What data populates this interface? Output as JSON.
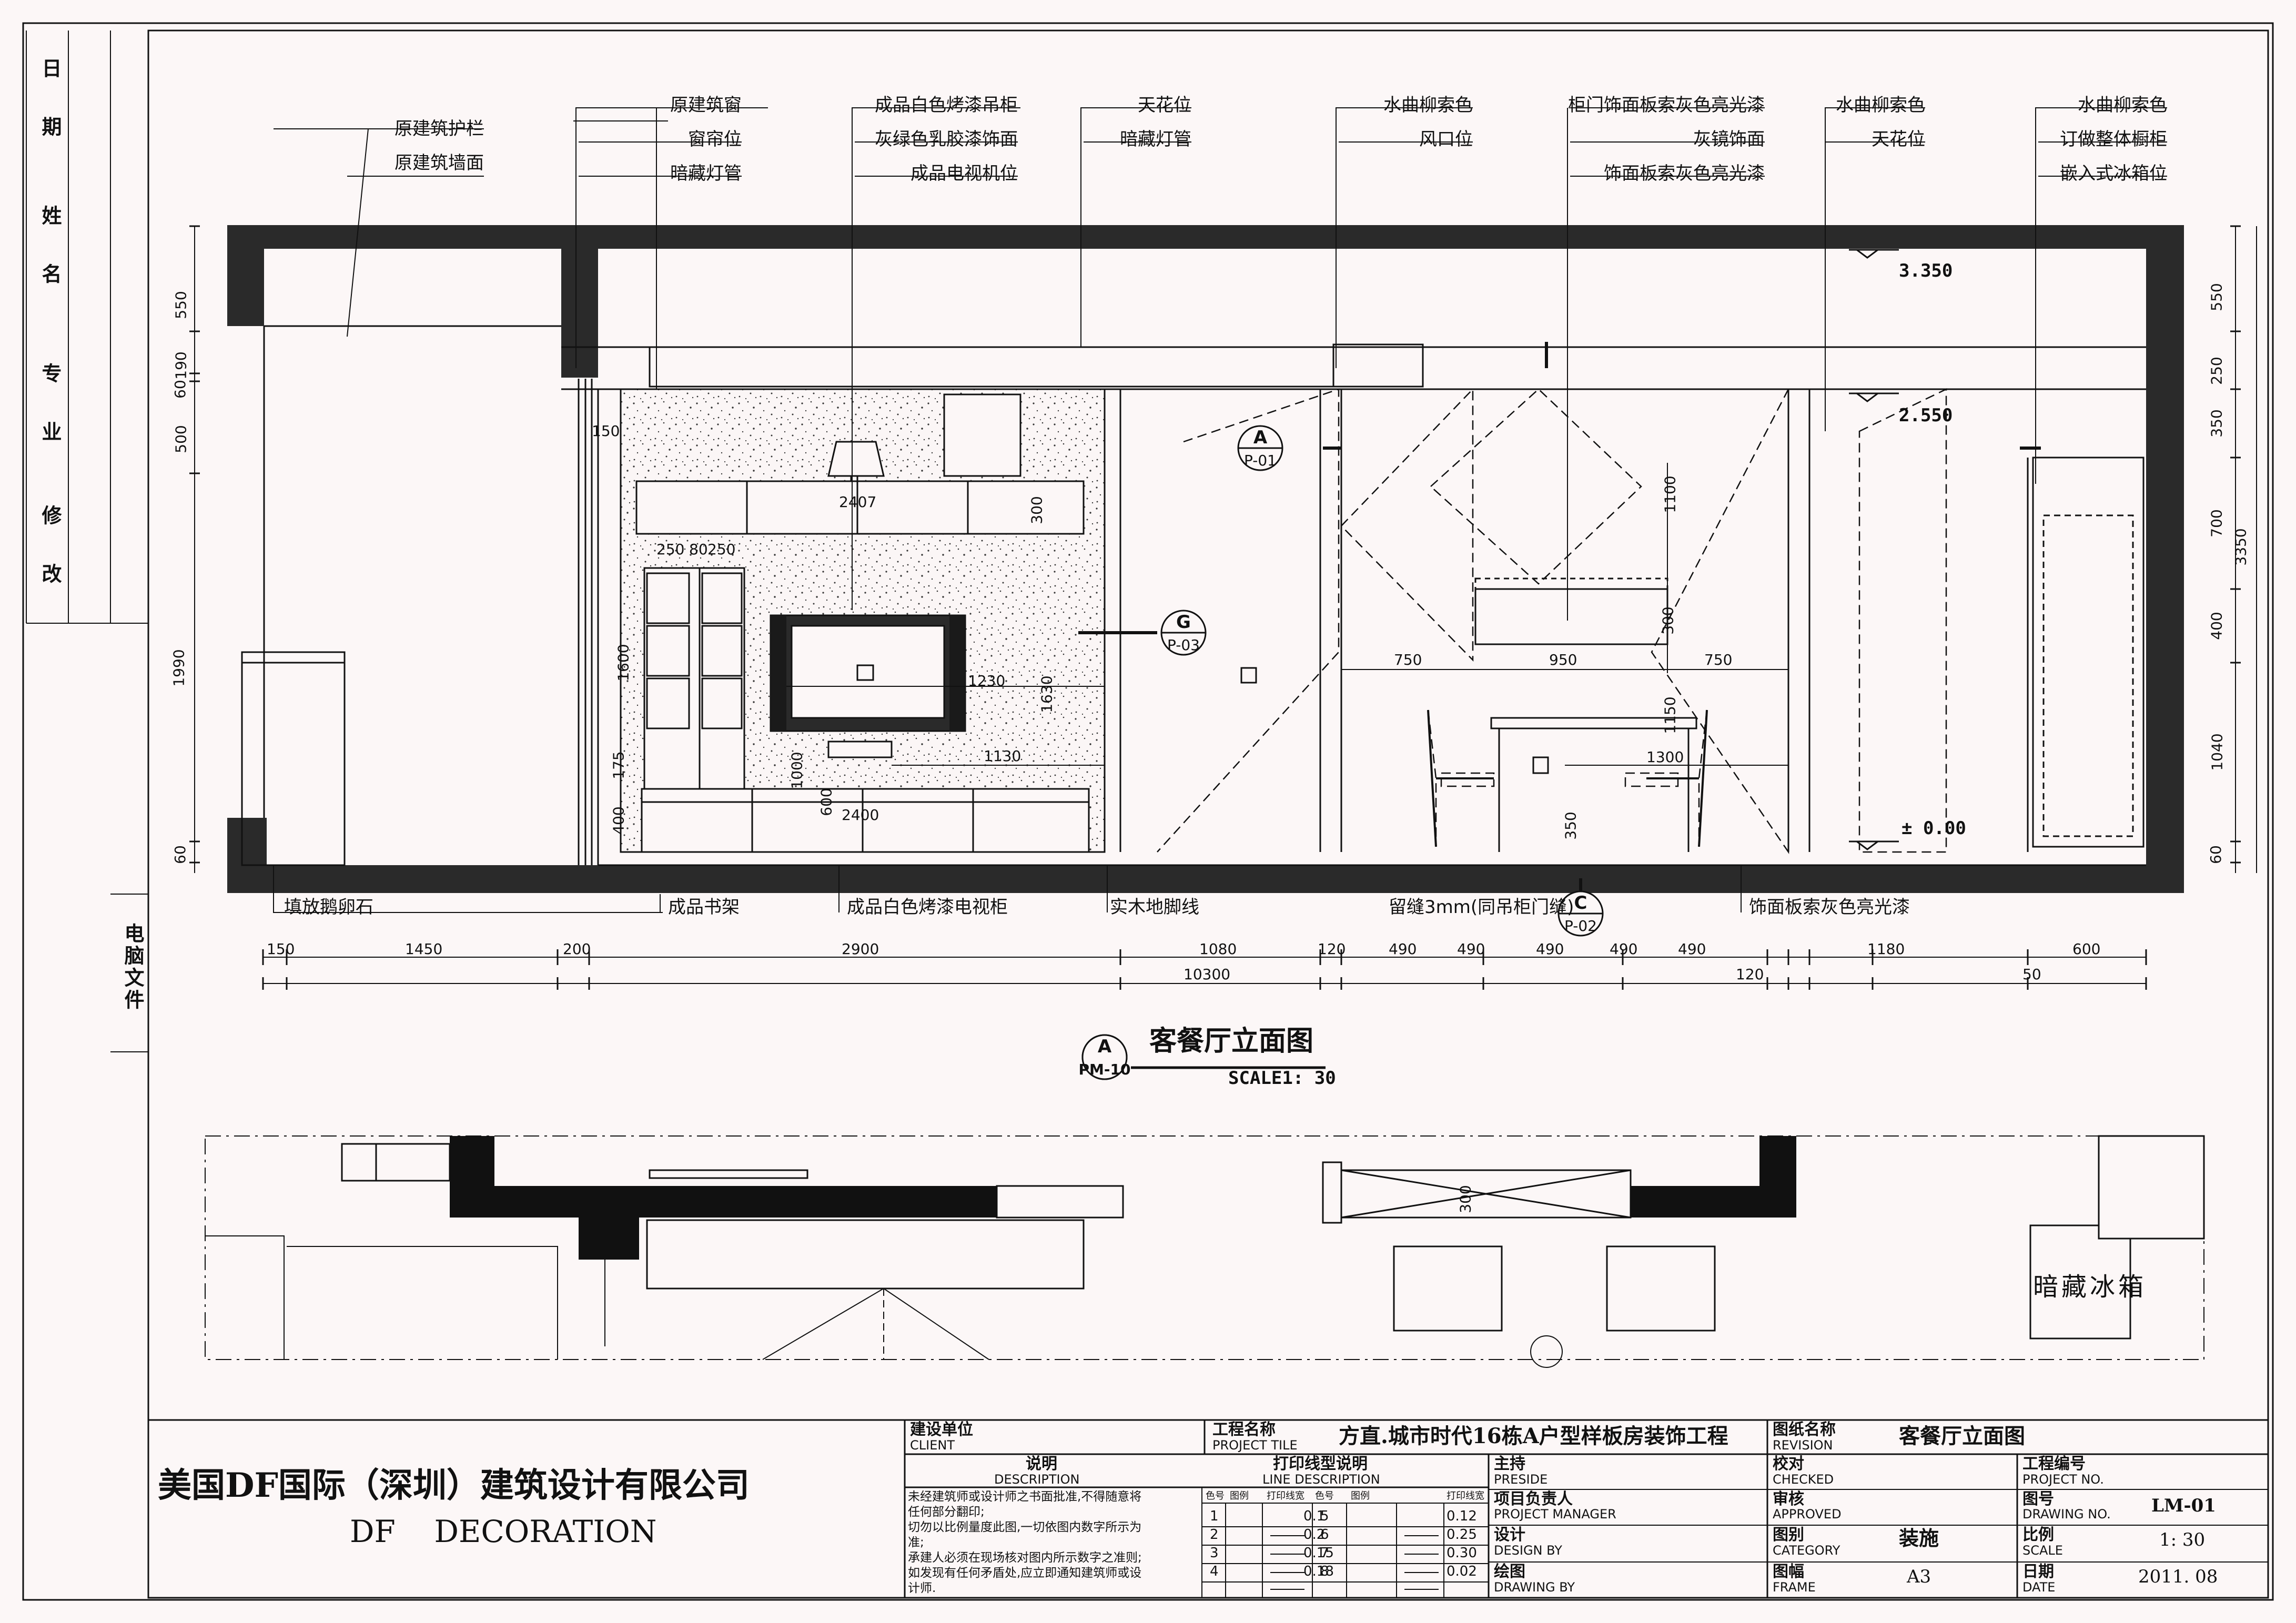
{
  "revision_column": {
    "date": "日 期",
    "name": "姓 名",
    "discipline": "专 业",
    "modify": "修 改",
    "computer_file": "电脑文件"
  },
  "callouts_top": [
    {
      "lines": [
        "原建筑护栏",
        "原建筑墙面"
      ]
    },
    {
      "lines": [
        "原建筑窗",
        "窗帘位",
        "暗藏灯管"
      ]
    },
    {
      "lines": [
        "成品白色烤漆吊柜",
        "灰绿色乳胶漆饰面",
        "成品电视机位"
      ]
    },
    {
      "lines": [
        "天花位",
        "暗藏灯管"
      ]
    },
    {
      "lines": [
        "水曲柳索色",
        "风口位"
      ]
    },
    {
      "lines": [
        "柜门饰面板索灰色亮光漆",
        "灰镜饰面",
        "饰面板索灰色亮光漆"
      ]
    },
    {
      "lines": [
        "水曲柳索色",
        "天花位"
      ]
    },
    {
      "lines": [
        "水曲柳索色",
        "订做整体橱柜",
        "嵌入式冰箱位"
      ]
    }
  ],
  "callouts_bottom": [
    "填放鹅卵石",
    "成品书架",
    "成品白色烤漆电视柜",
    "实木地脚线",
    "留缝3mm(同吊柜门缝)",
    "饰面板索灰色亮光漆"
  ],
  "levels": [
    "3.350",
    "2.550",
    "± 0.00"
  ],
  "left_dims": [
    "550",
    "190",
    "60",
    "500",
    "1990",
    "60"
  ],
  "right_dims": [
    "550",
    "250",
    "350",
    "700",
    "400",
    "1040",
    "60",
    "3350"
  ],
  "inner_dims": [
    "2407",
    "300",
    "250",
    "80",
    "250",
    "1600",
    "1230",
    "1630",
    "1130",
    "1000",
    "600",
    "2400",
    "400",
    "175",
    "150",
    "1100",
    "300",
    "750",
    "950",
    "750",
    "1150",
    "1300",
    "350",
    "300"
  ],
  "bottom_dims_row1": [
    "150",
    "1450",
    "200",
    "2900",
    "1080",
    "120",
    "490",
    "490",
    "490",
    "490",
    "490",
    "120",
    "1180",
    "50",
    "600"
  ],
  "bottom_dims_total": "10300",
  "section_marks": [
    {
      "letter": "A",
      "sheet": "P-01"
    },
    {
      "letter": "G",
      "sheet": "P-03"
    },
    {
      "letter": "C",
      "sheet": "P-02"
    }
  ],
  "title_block_drawing": {
    "mark_letter": "A",
    "mark_sheet": "PM-10",
    "title": "客餐厅立面图",
    "scale": "SCALE1: 30"
  },
  "plan_labels": {
    "fridge": "暗藏冰箱",
    "dim": "300"
  },
  "title_block": {
    "company_cn": "美国DF国际（深圳）建筑设计有限公司",
    "company_en": "DF    DECORATION",
    "client_cn": "建设单位",
    "client_en": "CLIENT",
    "project_title_cn": "工程名称",
    "project_title_en": "PROJECT TILE",
    "project_title_value": "方直.城市时代16栋A户型样板房装饰工程",
    "drawing_name_cn": "图纸名称",
    "drawing_name_en": "REVISION",
    "drawing_name_value": "客餐厅立面图",
    "desc_cn": "说明",
    "desc_en": "DESCRIPTION",
    "desc_text": [
      "未经建筑师或设计师之书面批准,不得随意将",
      "任何部分翻印;",
      "切勿以比例量度此图,一切依图内数字所示为",
      "准;",
      "承建人必须在现场核对图内所示数字之准则;",
      "如发现有任何矛盾处,应立即通知建筑师或设",
      "计师."
    ],
    "line_desc_cn": "打印线型说明",
    "line_desc_en": "LINE DESCRIPTION",
    "line_cols": [
      "色号",
      "图例",
      "打印线宽",
      "色号",
      "图例",
      "打印线宽"
    ],
    "line_rows": [
      [
        "1",
        "0.1",
        "5",
        "0.12"
      ],
      [
        "2",
        "0.2",
        "6",
        "0.25"
      ],
      [
        "3",
        "0.15",
        "7",
        "0.30"
      ],
      [
        "4",
        "0.18",
        "8",
        "0.02"
      ]
    ],
    "preside_cn": "主持",
    "preside_en": "PRESIDE",
    "pm_cn": "项目负责人",
    "pm_en": "PROJECT MANAGER",
    "design_cn": "设计",
    "design_en": "DESIGN BY",
    "drawing_cn": "绘图",
    "drawing_en": "DRAWING BY",
    "checked_cn": "校对",
    "checked_en": "CHECKED",
    "approved_cn": "审核",
    "approved_en": "APPROVED",
    "category_cn": "图别",
    "category_en": "CATEGORY",
    "category_value": "装施",
    "frame_cn": "图幅",
    "frame_en": "FRAME",
    "frame_value": "A3",
    "project_no_cn": "工程编号",
    "project_no_en": "PROJECT NO.",
    "drawing_no_cn": "图号",
    "drawing_no_en": "DRAWING NO.",
    "drawing_no_value": "LM-01",
    "scale_cn": "比例",
    "scale_en": "SCALE",
    "scale_value": "1: 30",
    "date_cn": "日期",
    "date_en": "DATE",
    "date_value": "2011. 08"
  }
}
